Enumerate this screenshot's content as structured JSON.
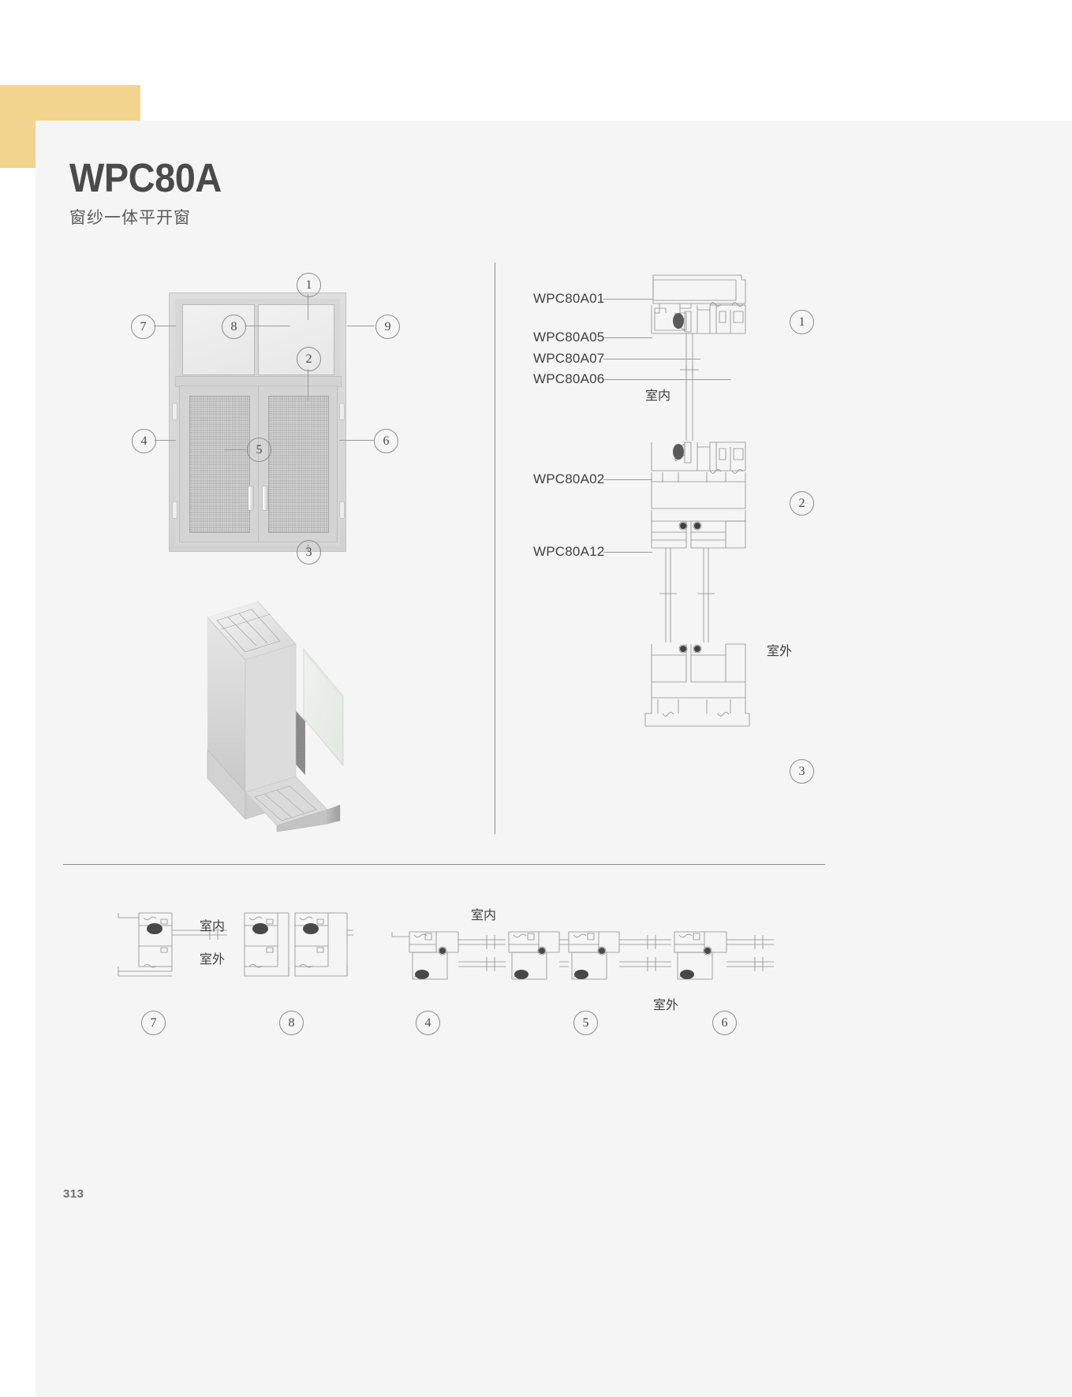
{
  "page": {
    "number": "313",
    "bg_color": "#f5f5f5",
    "accent_color": "#f2d48f"
  },
  "header": {
    "title": "WPC80A",
    "subtitle": "窗纱一体平开窗"
  },
  "window_photo": {
    "callouts": [
      {
        "id": "1",
        "label": "1"
      },
      {
        "id": "2",
        "label": "2"
      },
      {
        "id": "3",
        "label": "3"
      },
      {
        "id": "4",
        "label": "4"
      },
      {
        "id": "5",
        "label": "5"
      },
      {
        "id": "6",
        "label": "6"
      },
      {
        "id": "7",
        "label": "7"
      },
      {
        "id": "8",
        "label": "8"
      },
      {
        "id": "9",
        "label": "9"
      }
    ]
  },
  "section_drawings": {
    "part_labels": [
      {
        "code": "WPC80A01"
      },
      {
        "code": "WPC80A05"
      },
      {
        "code": "WPC80A07"
      },
      {
        "code": "WPC80A06"
      },
      {
        "code": "WPC80A02"
      },
      {
        "code": "WPC80A12"
      }
    ],
    "orientation": {
      "indoor": "室内",
      "outdoor": "室外"
    },
    "section_marks": [
      {
        "label": "1"
      },
      {
        "label": "2"
      },
      {
        "label": "3"
      }
    ]
  },
  "plan_details": {
    "orientation": {
      "indoor": "室内",
      "outdoor": "室外"
    },
    "marks": [
      {
        "label": "7"
      },
      {
        "label": "8"
      },
      {
        "label": "4"
      },
      {
        "label": "5"
      },
      {
        "label": "6"
      }
    ]
  }
}
